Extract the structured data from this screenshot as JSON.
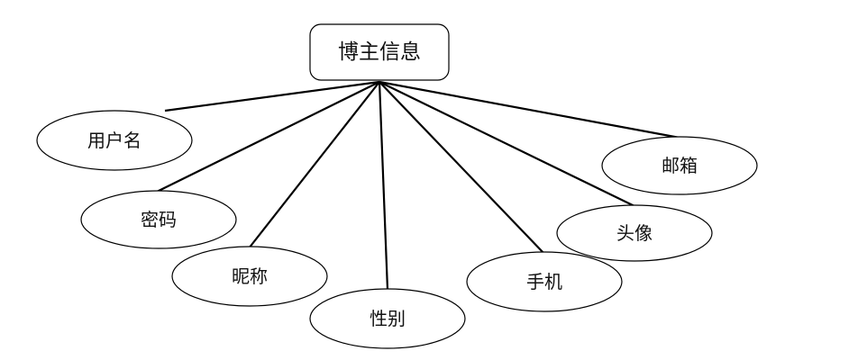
{
  "entity": {
    "label": "博主信息"
  },
  "attributes": [
    {
      "id": "username",
      "label": "用户名"
    },
    {
      "id": "password",
      "label": "密码"
    },
    {
      "id": "nickname",
      "label": "昵称"
    },
    {
      "id": "gender",
      "label": "性别"
    },
    {
      "id": "phone",
      "label": "手机"
    },
    {
      "id": "avatar",
      "label": "头像"
    },
    {
      "id": "email",
      "label": "邮箱"
    }
  ]
}
